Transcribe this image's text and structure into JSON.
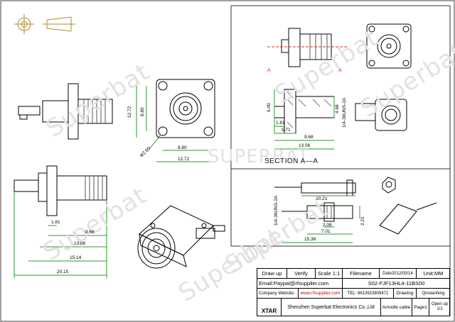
{
  "watermark": "Superbat",
  "watermark_caps": "SUPERBAT",
  "dimensions": {
    "front_height_outer": "12.72",
    "front_height_inner": "8.80",
    "front_hole": "Φ2.60",
    "front_width_inner": "8.80",
    "front_width_outer": "12.72",
    "side_181": "1.81",
    "side_968": "9.68",
    "side_1306": "13.06",
    "side_1514": "15.14",
    "side_2015": "20.15",
    "sec_600": "6.00",
    "sec_468": "4.68",
    "sec_thread": "1/4-36UNS-2A",
    "sec_181": "1.81",
    "sec_571": "5.71",
    "sec_968": "9.68",
    "sec_1306": "13.06",
    "cbl_2021": "20.21",
    "cbl_thread": "1/4-36UNS-2A",
    "cbl_208": "2.08",
    "cbl_701": "7.01",
    "cbl_1538": "15.38",
    "cbl_221": "2.21"
  },
  "section_label": "SECTION  A—A",
  "section_markers": [
    "A",
    "A"
  ],
  "title_block": {
    "draw_up": "Draw up",
    "verify": "Verify",
    "scale": "Scale 1:1",
    "filename": "Filename",
    "date": "Date2012/03/14",
    "unit": "Unit:MM",
    "email": "Email:Paypal@rfsupplier.com",
    "part_no": "S02-FJF13HL4-11BS00",
    "website_label": "Company Website:",
    "website": "www.rfsupplier.com",
    "tel": "TEL: 8613923809471",
    "drawing": "Drawing",
    "drawer": "Qinxianfeng",
    "company": "Shenzhen Superbat Electronics Co.,Ltd",
    "cable": "Amodle cable",
    "page": "Page1",
    "open_up": "Open up",
    "page_of": "1/1",
    "logo": "XTAR"
  }
}
